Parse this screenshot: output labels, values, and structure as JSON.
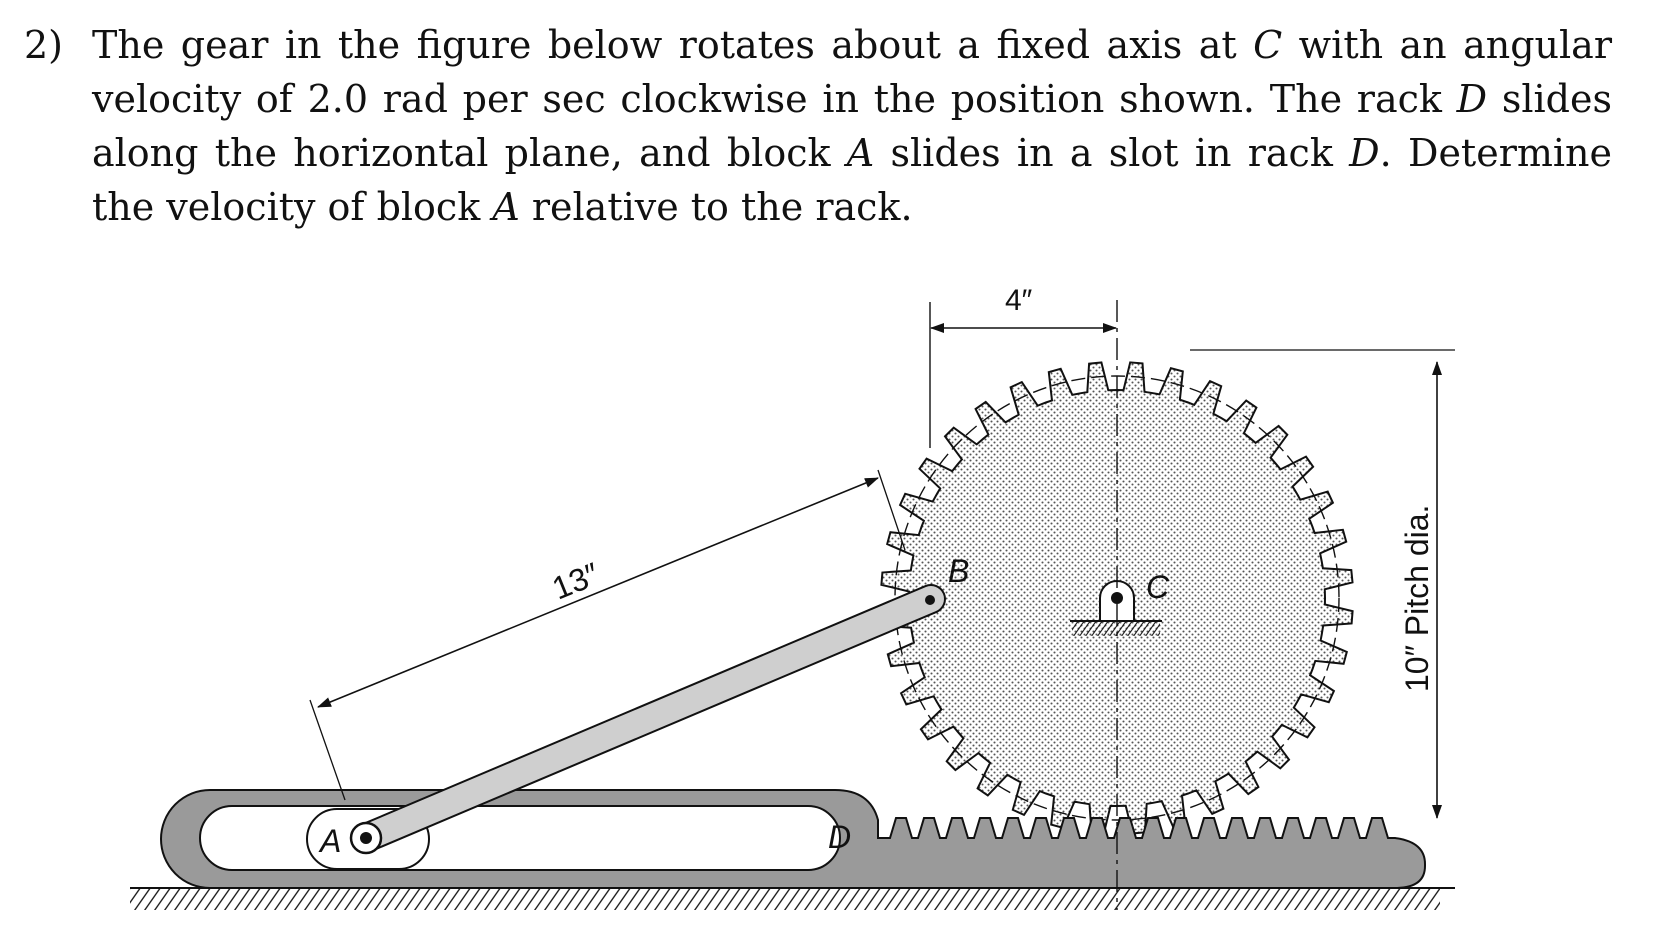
{
  "problem": {
    "number": "2)",
    "segments": [
      {
        "t": "The gear in the figure below rotates about a fixed axis at ",
        "i": false
      },
      {
        "t": "C",
        "i": true
      },
      {
        "t": " with an angular velocity of 2.0 rad per sec clockwise in the position shown. The rack ",
        "i": false
      },
      {
        "t": "D",
        "i": true
      },
      {
        "t": " slides along the horizontal plane, and block ",
        "i": false
      },
      {
        "t": "A",
        "i": true
      },
      {
        "t": " slides in a slot in rack ",
        "i": false
      },
      {
        "t": "D",
        "i": true
      },
      {
        "t": ". Determine the velocity of block ",
        "i": false
      },
      {
        "t": "A",
        "i": true
      },
      {
        "t": " relative to the rack.",
        "i": false
      }
    ]
  },
  "figure": {
    "dim_top": "4″",
    "dim_link": "13″",
    "dim_pitch": "10″ Pitch dia.",
    "label_a": "A",
    "label_b": "B",
    "label_c": "C",
    "label_d": "D"
  },
  "colors": {
    "rack": "#9a9a9a",
    "link": "#cfcfcf",
    "ink": "#111111"
  }
}
